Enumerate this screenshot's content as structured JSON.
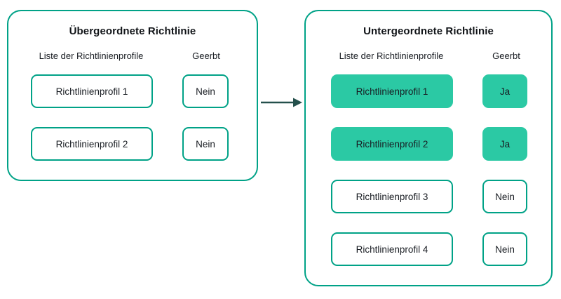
{
  "colors": {
    "panel_border": "#00A287",
    "chip_fill": "#2BC9A4",
    "arrow": "#24504C",
    "text": "#181C22",
    "background": "#FFFFFF"
  },
  "connector": {
    "icon": "arrow-right-icon",
    "direction": "left-to-right",
    "color": "#24504C"
  },
  "panels": [
    {
      "id": "parent-policy",
      "title": "Übergeordnete Richtlinie",
      "columns": {
        "profiles": "Liste der Richtlinienprofile",
        "inherited": "Geerbt"
      },
      "rows": [
        {
          "profile": "Richtlinienprofil 1",
          "inherited": "Nein",
          "highlighted": false
        },
        {
          "profile": "Richtlinienprofil 2",
          "inherited": "Nein",
          "highlighted": false
        }
      ]
    },
    {
      "id": "child-policy",
      "title": "Untergeordnete Richtlinie",
      "columns": {
        "profiles": "Liste der Richtlinienprofile",
        "inherited": "Geerbt"
      },
      "rows": [
        {
          "profile": "Richtlinienprofil 1",
          "inherited": "Ja",
          "highlighted": true
        },
        {
          "profile": "Richtlinienprofil 2",
          "inherited": "Ja",
          "highlighted": true
        },
        {
          "profile": "Richtlinienprofil 3",
          "inherited": "Nein",
          "highlighted": false
        },
        {
          "profile": "Richtlinienprofil 4",
          "inherited": "Nein",
          "highlighted": false
        }
      ]
    }
  ]
}
